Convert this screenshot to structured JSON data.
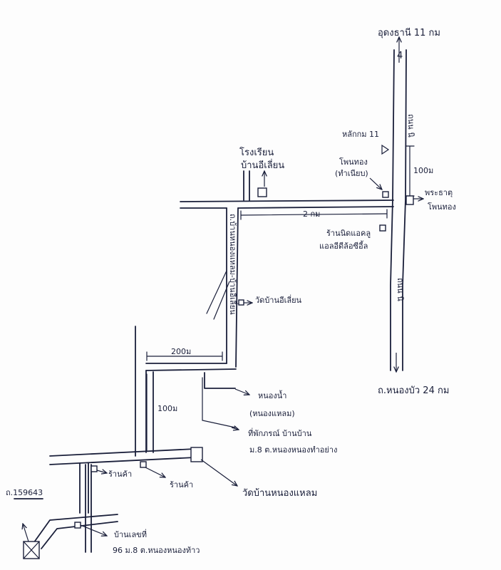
{
  "map": {
    "labels": {
      "north_dest": "อุดงธานี 11 กม",
      "north_route": "4",
      "hwy_upper": "ถนน นิ",
      "school_line1": "โรงเรียน",
      "school_line2": "บ้านอีเลี่ยน",
      "km11": "หลักกม 11",
      "phonthong_line1": "โพนทอง",
      "phonthong_line2": "(ทำเนียบ)",
      "dist_100m_top": "100ม",
      "temple_right_line1": "พระธาตุ",
      "temple_right_line2": "โพนทอง",
      "dist_2km": "2 กม",
      "shop_line1": "ร้านนิดแอคลู",
      "shop_line2": "แอลอีดีล้อซีอี้ล",
      "side_road": "ถ.บ้านหนองแหลม-บ้านอีเลี่ยน",
      "wat_eelian": "วัดบ้านอีเลี่ยน",
      "hwy_lower": "ถนน นิ",
      "south_dest": "ถ.หนองบัว 24 กม",
      "dist_200m": "200ม",
      "dist_100m_left": "100ม",
      "water_line1": "หนองน้ำ",
      "water_line2": "(หนองแหลม)",
      "address_line1": "ที่พักภรณ์ บ้านบ้าน",
      "address_line2": "ม.8 ต.หนองหนองทำอย่าง",
      "shop_a": "ร้านค้า",
      "shop_b": "ร้านค้า",
      "wat_nonglaem": "วัดบ้านหนองแหลม",
      "route_code": "ถ.159643",
      "house_line1": "บ้านเลขที่",
      "house_line2": "96 ม.8 ต.หนองหนองท้าว"
    }
  }
}
